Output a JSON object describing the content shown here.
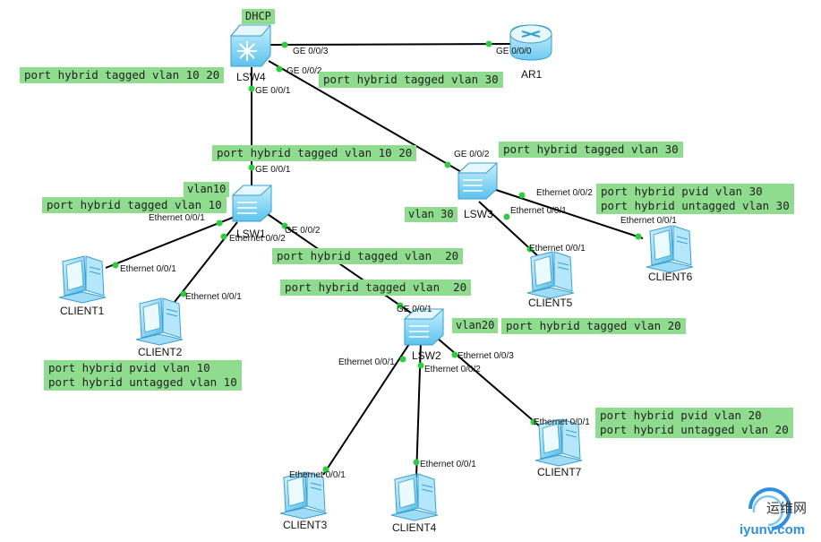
{
  "devices": {
    "lsw4": "LSW4",
    "ar1": "AR1",
    "lsw1": "LSW1",
    "lsw3": "LSW3",
    "lsw2": "LSW2",
    "client1": "CLIENT1",
    "client2": "CLIENT2",
    "client3": "CLIENT3",
    "client4": "CLIENT4",
    "client5": "CLIENT5",
    "client6": "CLIENT6",
    "client7": "CLIENT7"
  },
  "tags": {
    "dhcp": "DHCP",
    "vlan10": "vlan10",
    "vlan30": "vlan 30",
    "vlan20": "vlan20"
  },
  "ports": {
    "lsw4_ge003": "GE 0/0/3",
    "ar1_ge000": "GE 0/0/0",
    "lsw4_ge002": "GE 0/0/2",
    "lsw4_ge001": "GE 0/0/1",
    "lsw1_ge001": "GE 0/0/1",
    "lsw3_ge002": "GE 0/0/2",
    "lsw1_eth001": "Ethernet 0/0/1",
    "lsw1_eth002": "Ethernet 0/0/2",
    "lsw1_ge002": "GE 0/0/2",
    "client1_eth": "Ethernet 0/0/1",
    "client2_eth": "Ethernet 0/0/1",
    "lsw3_eth002": "Ethernet 0/0/2",
    "lsw3_eth001": "Ethernet 0/0/1",
    "client6_eth": "Ethernet 0/0/1",
    "client5_eth": "Ethernet 0/0/1",
    "lsw2_ge001": "GE 0/0/1",
    "lsw2_eth001": "Ethernet 0/0/1",
    "lsw2_eth002": "Ethernet 0/0/2",
    "lsw2_eth003": "Ethernet 0/0/3",
    "client7_eth": "Ethernet 0/0/1",
    "client3_eth": "Ethernet 0/0/1",
    "client4_eth": "Ethernet 0/0/1"
  },
  "notes": {
    "lsw4_left": "port hybrid tagged vlan 10 20",
    "lsw4_ge002": "port hybrid tagged vlan 30",
    "lsw1_uplink": "port hybrid tagged vlan 10 20",
    "lsw1_access": "port hybrid tagged vlan 10",
    "lsw3_uplink": "port hybrid tagged vlan 30",
    "lsw3_access_1": "port hybrid pvid vlan 30",
    "lsw3_access_2": "port hybrid untagged vlan 30",
    "lsw1_ge002": "port hybrid tagged vlan  20",
    "lsw2_ge001": "port hybrid tagged vlan  20",
    "lsw2_right": "port hybrid tagged vlan 20",
    "client_vlan10_1": "port hybrid pvid vlan 10",
    "client_vlan10_2": "port hybrid untagged vlan 10",
    "client_vlan20_1": "port hybrid pvid vlan 20",
    "client_vlan20_2": "port hybrid untagged vlan 20"
  },
  "watermark": {
    "cn": "运维网",
    "url": "iyunv.com"
  },
  "colors": {
    "link": "#000000",
    "port_dot": "#2ecc40",
    "note_bg": "#8fdc8f",
    "device": "#7fd3f5"
  }
}
